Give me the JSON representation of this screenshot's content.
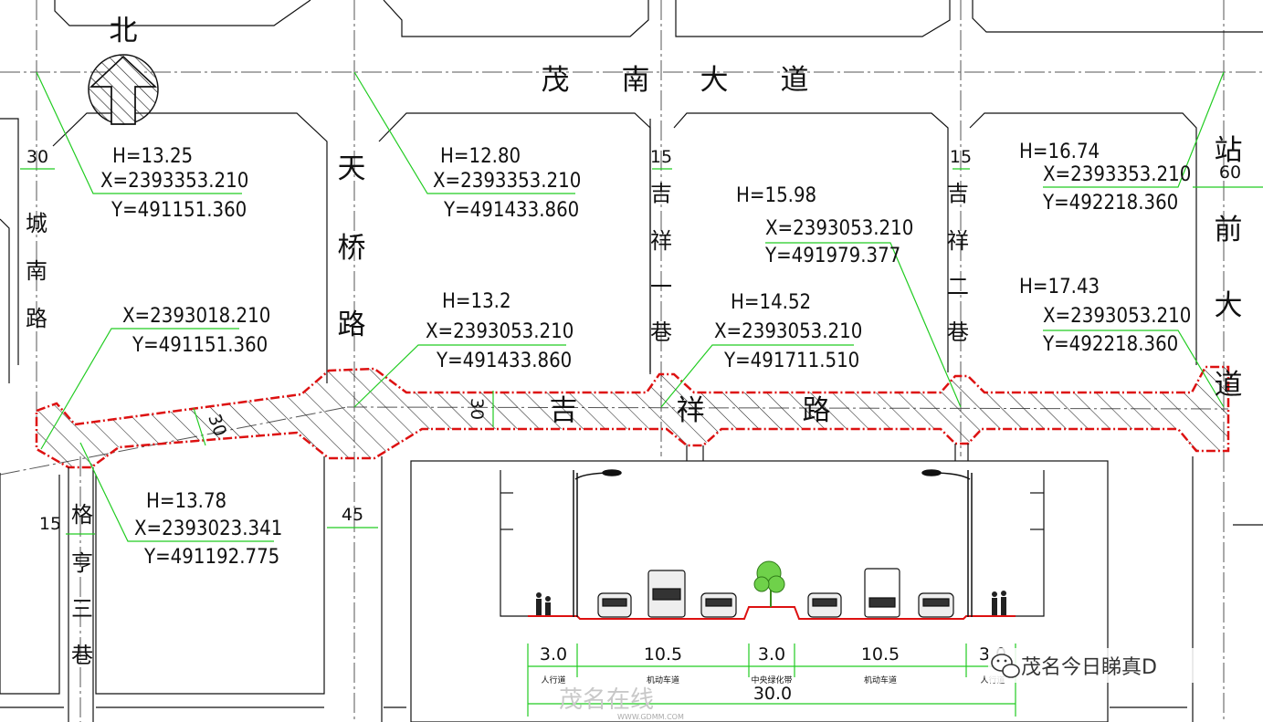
{
  "compass": {
    "north": "北"
  },
  "roads": {
    "maonan": [
      "茂",
      "南",
      "大",
      "道"
    ],
    "tianqiao": [
      "天",
      "桥",
      "路"
    ],
    "chengnan": [
      "城",
      "南",
      "路"
    ],
    "gexiang": [
      "格",
      "亨",
      "三",
      "巷"
    ],
    "jixiang1": [
      "吉",
      "祥",
      "一",
      "巷"
    ],
    "jixiang2": [
      "吉",
      "祥",
      "二",
      "巷"
    ],
    "zhanqian": [
      "站",
      "前",
      "大",
      "道"
    ],
    "jixiang_road": [
      "吉",
      "祥",
      "路"
    ]
  },
  "widths": {
    "chengnan": "30",
    "tianqiao": "45",
    "gexiang": "15",
    "jixiang1": "15",
    "jixiang2": "15",
    "zhanqian": "60",
    "road_mid": "30",
    "road_right": "30"
  },
  "points": [
    {
      "h": "H=13.25",
      "x": "X=2393353.210",
      "y": "Y=491151.360"
    },
    {
      "h": "H=12.80",
      "x": "X=2393353.210",
      "y": "Y=491433.860"
    },
    {
      "h": "H=15.98",
      "x": "X=2393053.210",
      "y": "Y=491979.377"
    },
    {
      "h": "H=16.74",
      "x": "X=2393353.210",
      "y": "Y=492218.360"
    },
    {
      "h": "",
      "x": "X=2393018.210",
      "y": "Y=491151.360"
    },
    {
      "h": "H=13.2",
      "x": "X=2393053.210",
      "y": "Y=491433.860"
    },
    {
      "h": "H=14.52",
      "x": "X=2393053.210",
      "y": "Y=491711.510"
    },
    {
      "h": "H=17.43",
      "x": "X=2393053.210",
      "y": "Y=492218.360"
    },
    {
      "h": "H=13.78",
      "x": "X=2393023.341",
      "y": "Y=491192.775"
    }
  ],
  "section": {
    "segments": [
      {
        "width": "3.0",
        "name": "人行道"
      },
      {
        "width": "10.5",
        "name": "机动车道"
      },
      {
        "width": "3.0",
        "name": "中央绿化带"
      },
      {
        "width": "10.5",
        "name": "机动车道"
      },
      {
        "width": "3.0",
        "name": "人行道"
      }
    ],
    "total": "30.0"
  },
  "watermark": {
    "account": "茂名今日睇真D",
    "logo": "茂名在线",
    "url": "WWW.GDMM.COM"
  },
  "colors": {
    "outline": "#000000",
    "leader": "#22cc22",
    "boundary": "#dd1111",
    "dim": "#22cc22"
  }
}
